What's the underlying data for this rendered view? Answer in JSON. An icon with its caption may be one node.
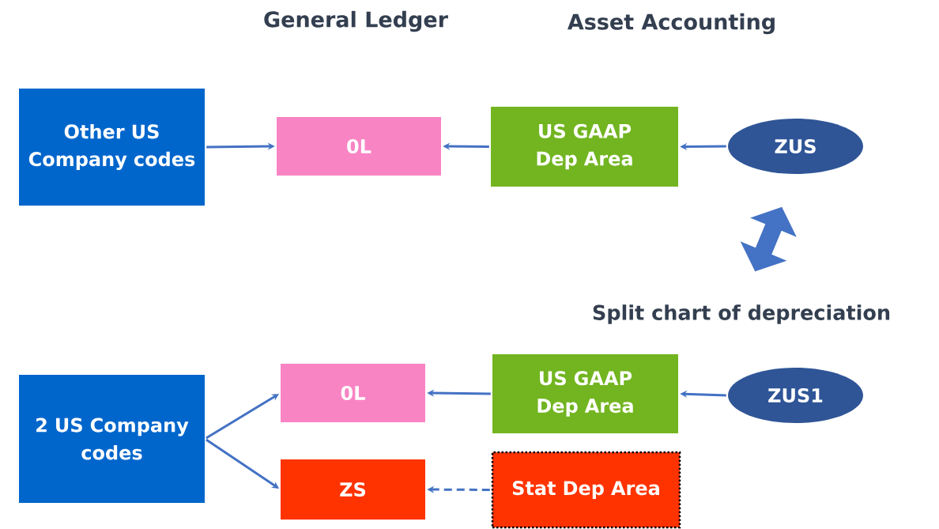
{
  "diagram": {
    "nodes": [
      {
        "text": [
          "Other US Company codes"
        ]
      },
      {
        "text": [
          "0L"
        ]
      },
      {
        "text": [
          "US GAAP Dep Area"
        ]
      },
      {
        "text": [
          "ZUS"
        ]
      },
      {
        "text": [
          "2 US Company codes"
        ]
      },
      {
        "text": [
          "0L"
        ]
      },
      {
        "text": [
          "US GAAP Dep Area"
        ]
      },
      {
        "text": [
          "ZUS1"
        ]
      },
      {
        "text": [
          "ZS"
        ]
      },
      {
        "text": [
          "Stat Dep Area"
        ]
      },
      {
        "text": [
          "Split chart of depreciation"
        ]
      }
    ],
    "edges": [
      {
        "from": 0,
        "to": 1,
        "arrow": "to"
      },
      {
        "from": 2,
        "to": 1,
        "arrow": "to"
      },
      {
        "from": 3,
        "to": 2,
        "arrow": "to"
      },
      {
        "from": 3,
        "to": 10,
        "arrow": "both",
        "style": "thick"
      },
      {
        "from": 4,
        "to": 5,
        "arrow": "to"
      },
      {
        "from": 4,
        "to": 8,
        "arrow": "to"
      },
      {
        "from": 6,
        "to": 5,
        "arrow": "to"
      },
      {
        "from": 7,
        "to": 6,
        "arrow": "to"
      },
      {
        "from": 9,
        "to": 8,
        "arrow": "to",
        "style": "dashed"
      }
    ],
    "labels": [
      "General Ledger",
      "Asset Accounting"
    ]
  }
}
